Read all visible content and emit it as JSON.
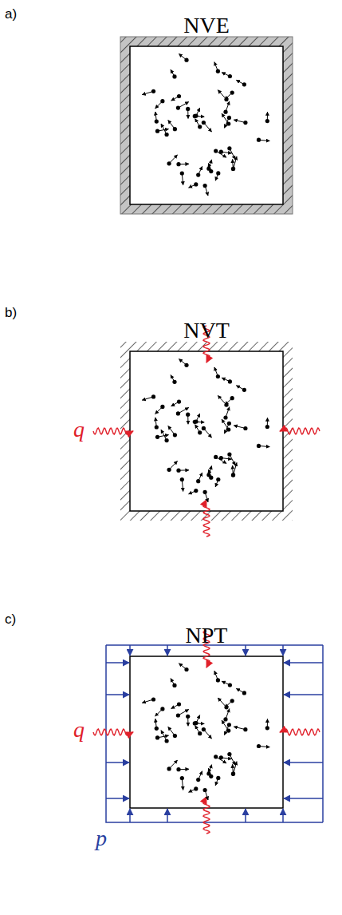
{
  "diagram": {
    "nodes": [
      {
        "text": [
          "NVE"
        ]
      },
      {
        "text": [
          "NVT"
        ]
      },
      {
        "text": [
          "NPT"
        ]
      }
    ],
    "labels": [
      "a)",
      "b)",
      "q",
      "c)",
      "q",
      "p"
    ]
  }
}
